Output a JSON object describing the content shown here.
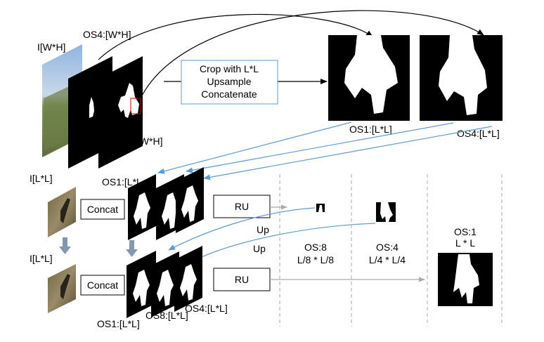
{
  "labels": {
    "input_full": "I[W*H]",
    "os4_full": "OS4:[W*H]",
    "os1_full": "OS1:[W*H]",
    "crop_line1": "Crop with L*L",
    "crop_line2": "Upsample",
    "crop_line3": "Concatenate",
    "os1_crop": "OS1:[L*L]",
    "os4_crop": "OS4:[L*L]",
    "input_crop_top": "I[L*L]",
    "input_crop_bottom": "I[L*L]",
    "concat_top": "Concat",
    "concat_bottom": "Concat",
    "os1_stack_top": "OS1:[L*L",
    "ru_top": "RU",
    "ru_bottom": "RU",
    "up_1": "Up",
    "up_2": "Up",
    "os8_title": "OS:8",
    "os8_size": "L/8 * L/8",
    "os4_title": "OS:4",
    "os4_size": "L/4 * L/4",
    "os1_title": "OS:1",
    "os1_size": "L * L",
    "os1_stack_bottom": "OS1:[L*L]",
    "os8_stack_bottom": "OS8:[L*L]",
    "os4_stack_bottom": "OS4:[L*L]"
  },
  "colors": {
    "blue_arrow": "#5b9bd5",
    "box_border_blue": "#5b9bd5",
    "gray_arrow": "#aaaaaa",
    "dashed": "#aaaaaa",
    "down_arrow": "#8497b0"
  }
}
